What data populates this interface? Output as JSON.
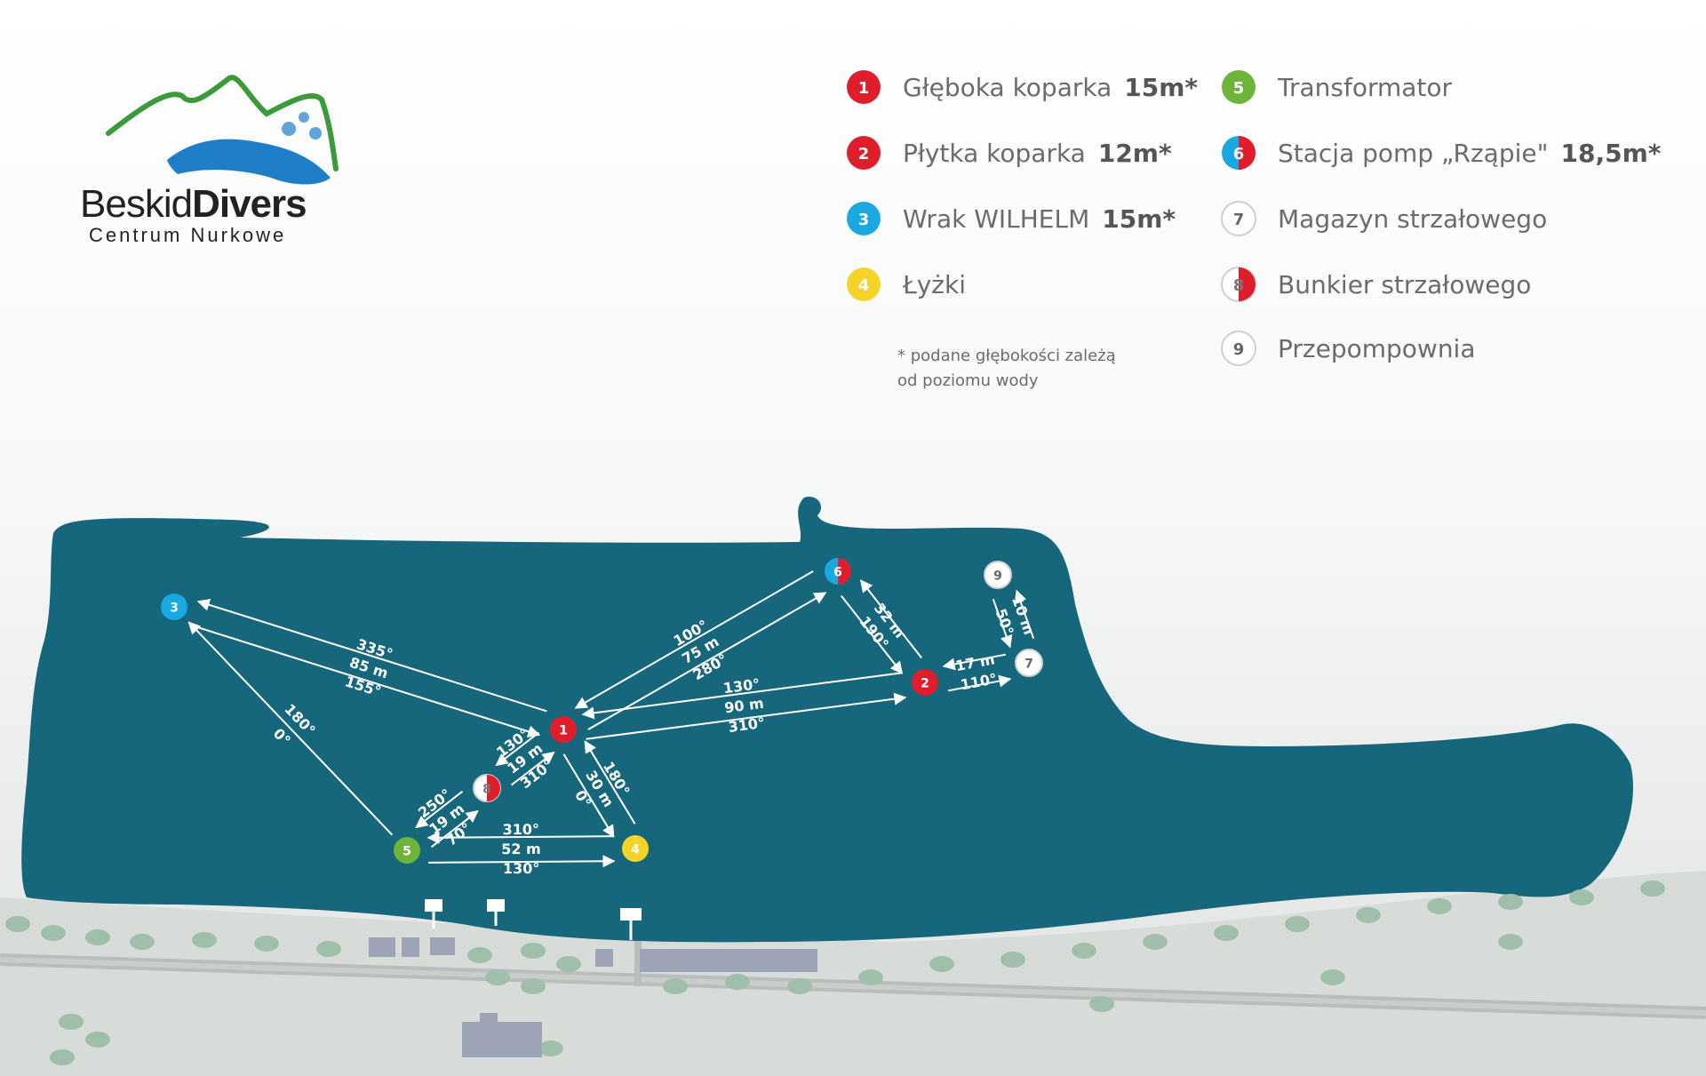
{
  "logo": {
    "word_regular": "Beskid",
    "word_bold": "Divers",
    "tagline": "Centrum Nurkowe"
  },
  "legend": {
    "items": [
      {
        "num": "1",
        "label": "Głęboka koparka",
        "depth": "15m*",
        "style": "red"
      },
      {
        "num": "2",
        "label": "Płytka koparka",
        "depth": "12m*",
        "style": "red"
      },
      {
        "num": "3",
        "label": "Wrak WILHELM",
        "depth": "15m*",
        "style": "blue"
      },
      {
        "num": "4",
        "label": "Łyżki",
        "depth": "",
        "style": "yellow"
      },
      {
        "num": "5",
        "label": "Transformator",
        "depth": "",
        "style": "green"
      },
      {
        "num": "6",
        "label": "Stacja pomp „Rząpie\"",
        "depth": "18,5m*",
        "style": "blue-red"
      },
      {
        "num": "7",
        "label": "Magazyn strzałowego",
        "depth": "",
        "style": "white"
      },
      {
        "num": "8",
        "label": "Bunkier strzałowego",
        "depth": "",
        "style": "white-red"
      },
      {
        "num": "9",
        "label": "Przepompownia",
        "depth": "",
        "style": "white"
      }
    ],
    "note_line1": "* podane głębokości zależą",
    "note_line2": "od poziomu wody"
  },
  "colors": {
    "water": "#17677c",
    "land": "#d7dcd9",
    "shore_trees": "#9fbfaa",
    "buildings": "#9ca4b6",
    "red": "#e01e2b",
    "blue": "#1aa8e0",
    "yellow": "#f5d328",
    "green": "#6db53a",
    "white": "#ffffff",
    "logo_green": "#3b9a3a",
    "logo_blue": "#1e7ec8"
  },
  "map": {
    "markers": [
      {
        "id": "m1",
        "num": "1",
        "style": "red"
      },
      {
        "id": "m2",
        "num": "2",
        "style": "red"
      },
      {
        "id": "m3",
        "num": "3",
        "style": "blue"
      },
      {
        "id": "m4",
        "num": "4",
        "style": "yellow"
      },
      {
        "id": "m5",
        "num": "5",
        "style": "green"
      },
      {
        "id": "m6",
        "num": "6",
        "style": "blue-red"
      },
      {
        "id": "m7",
        "num": "7",
        "style": "white"
      },
      {
        "id": "m8",
        "num": "8",
        "style": "white-red"
      },
      {
        "id": "m9",
        "num": "9",
        "style": "white"
      }
    ],
    "routes": [
      {
        "id": "r1_3",
        "labels": [
          "155°",
          "85 m",
          "335°"
        ]
      },
      {
        "id": "r3_5",
        "labels": [
          "180°",
          "0°"
        ]
      },
      {
        "id": "r1_6",
        "labels": [
          "100°",
          "75 m",
          "280°"
        ]
      },
      {
        "id": "r1_2",
        "labels": [
          "130°",
          "90 m",
          "310°"
        ]
      },
      {
        "id": "r6_2",
        "labels": [
          "32 m",
          "190°"
        ]
      },
      {
        "id": "r9_7",
        "labels": [
          "10 m",
          "50°"
        ]
      },
      {
        "id": "r2_7",
        "labels": [
          "17 m",
          "110°"
        ]
      },
      {
        "id": "r1_8",
        "labels": [
          "310°",
          "19 m",
          "130°"
        ]
      },
      {
        "id": "r8_5",
        "labels": [
          "70°",
          "19 m",
          "250°"
        ]
      },
      {
        "id": "r5_4",
        "labels": [
          "310°",
          "52 m",
          "130°"
        ]
      },
      {
        "id": "r1_4",
        "labels": [
          "180°",
          "30 m",
          "0°"
        ]
      }
    ]
  }
}
